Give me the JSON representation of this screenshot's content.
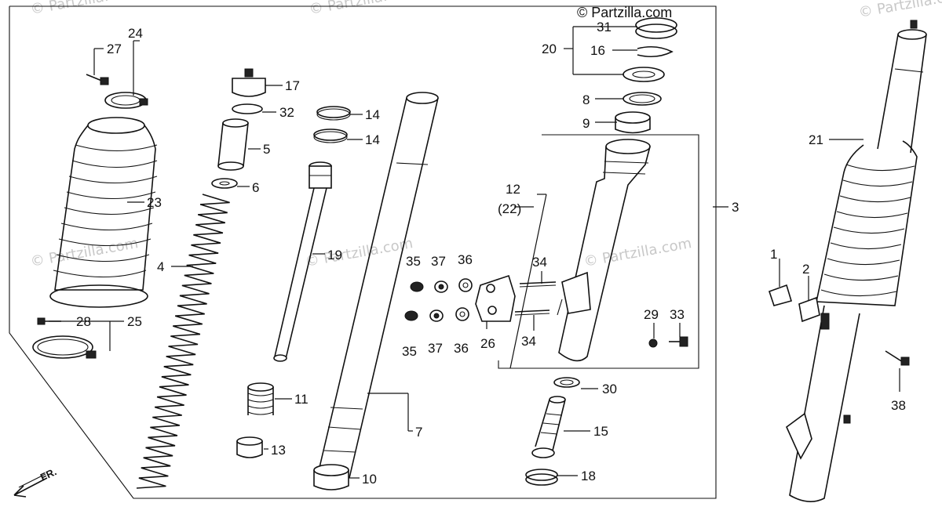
{
  "watermarks": [
    "© Partzilla.com",
    "© Partzilla.com",
    "© Partzilla.com",
    "© Partzilla.com",
    "© Partzilla.com",
    "© Partzilla.com"
  ],
  "copyright": "© Partzilla.com",
  "direction_label": "FR.",
  "callouts": {
    "c1": "1",
    "c2": "2",
    "c3": "3",
    "c4": "4",
    "c5": "5",
    "c6": "6",
    "c7": "7",
    "c8": "8",
    "c9": "9",
    "c10": "10",
    "c11": "11",
    "c12": "12",
    "c12b": "(22)",
    "c13": "13",
    "c14a": "14",
    "c14b": "14",
    "c15": "15",
    "c16": "16",
    "c17": "17",
    "c18": "18",
    "c19": "19",
    "c20": "20",
    "c21": "21",
    "c23": "23",
    "c24": "24",
    "c25": "25",
    "c26": "26",
    "c27": "27",
    "c28": "28",
    "c29": "29",
    "c30": "30",
    "c31": "31",
    "c32": "32",
    "c33": "33",
    "c34a": "34",
    "c34b": "34",
    "c35a": "35",
    "c35b": "35",
    "c36a": "36",
    "c36b": "36",
    "c37a": "37",
    "c37b": "37",
    "c38": "38"
  }
}
